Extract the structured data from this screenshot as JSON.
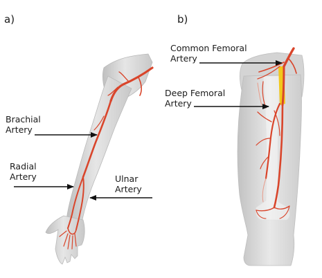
{
  "panels": {
    "a": "a)",
    "b": "b)"
  },
  "labels": {
    "brachial": [
      "Brachial",
      "Artery"
    ],
    "radial": [
      "Radial",
      "Artery"
    ],
    "ulnar": [
      "Ulnar",
      "Artery"
    ],
    "common_femoral": [
      "Common Femoral",
      "Artery"
    ],
    "deep_femoral": [
      "Deep Femoral",
      "Artery"
    ]
  },
  "colors": {
    "artery": "#d9452b",
    "artery_dark": "#b8321c",
    "limb_fill": "#dcdcdc",
    "limb_shade": "#c4c4c4",
    "highlight": "#f2c81a",
    "arrow": "#111111"
  }
}
